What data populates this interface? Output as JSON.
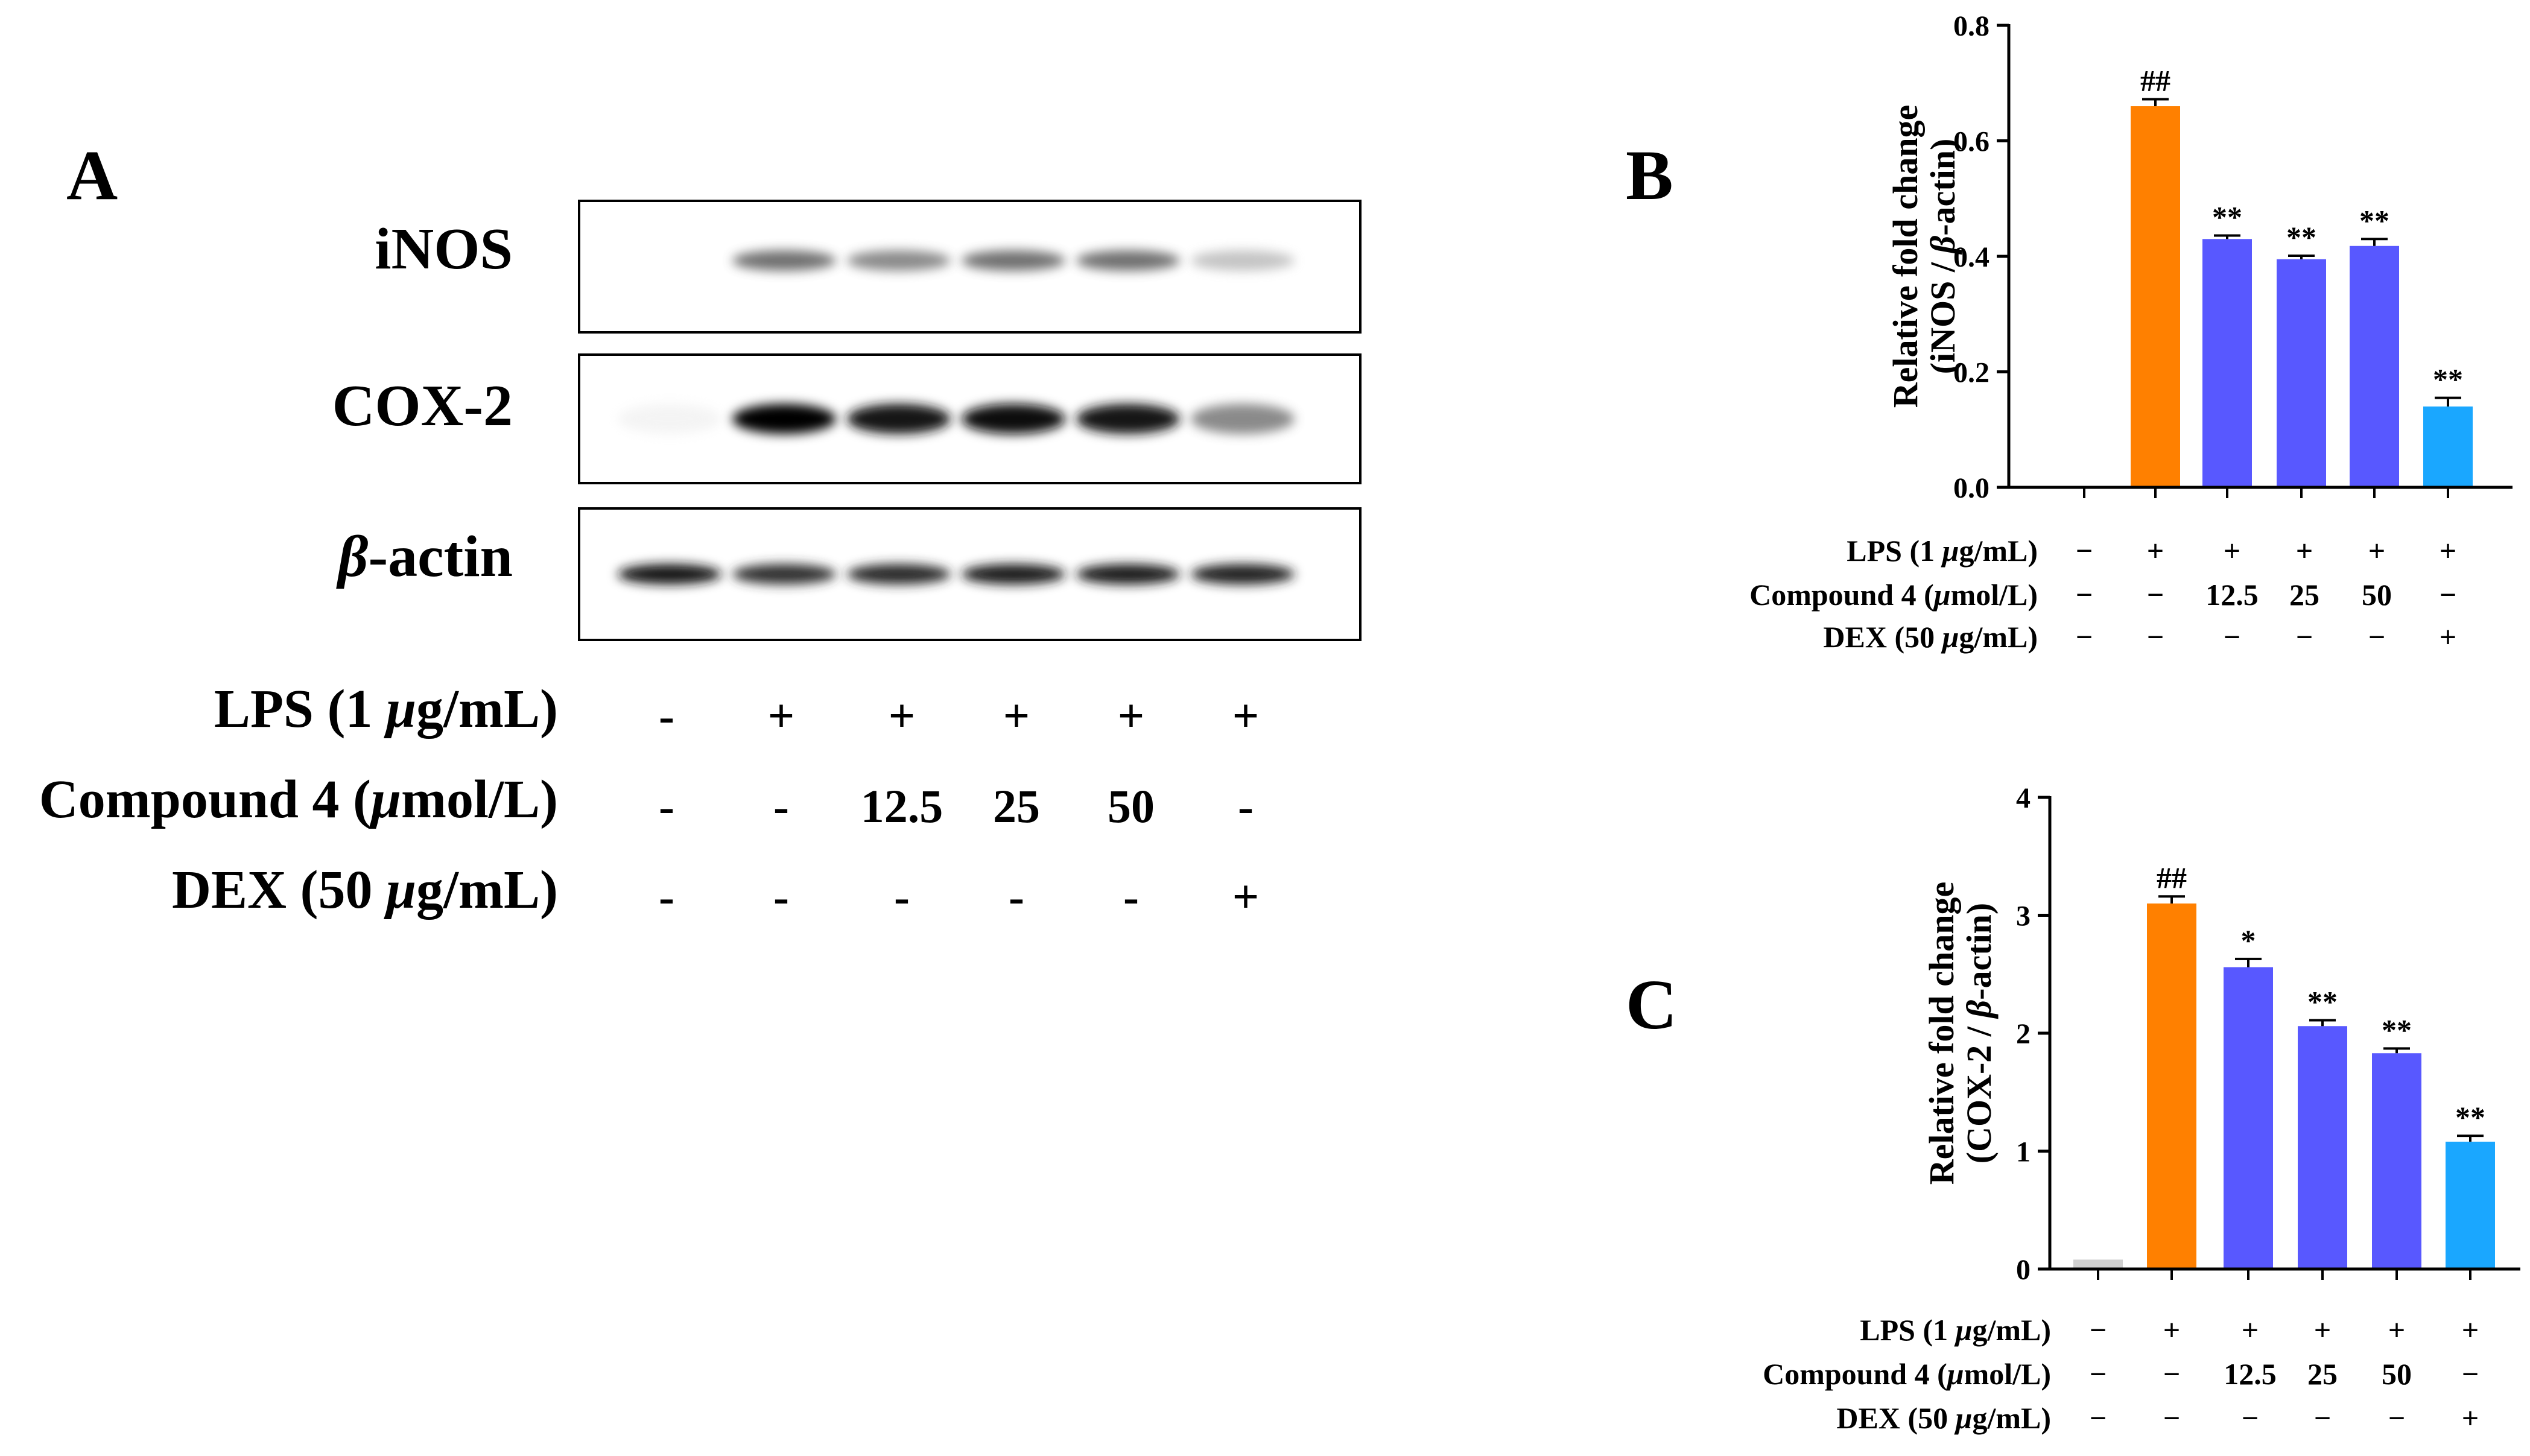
{
  "panels": {
    "a": {
      "letter": "A"
    },
    "b": {
      "letter": "B"
    },
    "c": {
      "letter": "C"
    }
  },
  "blot": {
    "bands": [
      {
        "label": "iNOS",
        "intensity": [
          0.0,
          0.62,
          0.55,
          0.62,
          0.62,
          0.35
        ]
      },
      {
        "label": "COX-2",
        "intensity": [
          0.08,
          1.0,
          0.92,
          0.95,
          0.9,
          0.55
        ]
      },
      {
        "label": "β-actin",
        "intensity": [
          0.92,
          0.8,
          0.82,
          0.88,
          0.88,
          0.85
        ]
      }
    ],
    "treatments": [
      {
        "label_pre": "LPS (1 ",
        "label_unit": "μ",
        "label_post": "g/mL)",
        "values": [
          "-",
          "+",
          "+",
          "+",
          "+",
          "+"
        ]
      },
      {
        "label_pre": "Compound 4 (",
        "label_unit": "μ",
        "label_post": "mol/L)",
        "values": [
          "-",
          "-",
          "12.5",
          "25",
          "50",
          "-"
        ]
      },
      {
        "label_pre": "DEX (50 ",
        "label_unit": "μ",
        "label_post": "g/mL)",
        "values": [
          "-",
          "-",
          "-",
          "-",
          "-",
          "+"
        ]
      }
    ]
  },
  "chart_data": [
    {
      "panel": "B",
      "type": "bar",
      "ylabel_line1": "Relative fold change",
      "ylabel_line2_pre": "(iNOS / ",
      "ylabel_line2_beta": "β",
      "ylabel_line2_post": "-actin)",
      "ylim": [
        0,
        0.8
      ],
      "yticks": [
        "0.0",
        "0.2",
        "0.4",
        "0.6",
        "0.8"
      ],
      "ytick_values": [
        0,
        0.2,
        0.4,
        0.6,
        0.8
      ],
      "values": [
        0.0,
        0.66,
        0.43,
        0.395,
        0.418,
        0.14
      ],
      "errors": [
        0.0,
        0.012,
        0.006,
        0.006,
        0.012,
        0.015
      ],
      "colors": [
        "#d0d0d0",
        "#ff8000",
        "#5858ff",
        "#5858ff",
        "#5858ff",
        "#1aa7ff"
      ],
      "significance": [
        "",
        "##",
        "**",
        "**",
        "**",
        "**"
      ],
      "treatments": [
        {
          "label_pre": "LPS (1 ",
          "label_unit": "μ",
          "label_post": "g/mL)",
          "values": [
            "−",
            "+",
            "+",
            "+",
            "+",
            "+"
          ]
        },
        {
          "label_pre": "Compound 4 (",
          "label_unit": "μ",
          "label_post": "mol/L)",
          "values": [
            "−",
            "−",
            "12.5",
            "25",
            "50",
            "−"
          ]
        },
        {
          "label_pre": "DEX (50 ",
          "label_unit": "μ",
          "label_post": "g/mL)",
          "values": [
            "−",
            "−",
            "−",
            "−",
            "−",
            "+"
          ]
        }
      ]
    },
    {
      "panel": "C",
      "type": "bar",
      "ylabel_line1": "Relative fold change",
      "ylabel_line2_pre": "(COX-2 / ",
      "ylabel_line2_beta": "β",
      "ylabel_line2_post": "-actin)",
      "ylim": [
        0,
        4
      ],
      "yticks": [
        "0",
        "1",
        "2",
        "3",
        "4"
      ],
      "ytick_values": [
        0,
        1,
        2,
        3,
        4
      ],
      "values": [
        0.08,
        3.1,
        2.56,
        2.06,
        1.83,
        1.08
      ],
      "errors": [
        0.0,
        0.06,
        0.07,
        0.05,
        0.04,
        0.05
      ],
      "colors": [
        "#d0d0d0",
        "#ff8000",
        "#5858ff",
        "#5858ff",
        "#5858ff",
        "#1aa7ff"
      ],
      "significance": [
        "",
        "##",
        "*",
        "**",
        "**",
        "**"
      ],
      "treatments": [
        {
          "label_pre": "LPS (1 ",
          "label_unit": "μ",
          "label_post": "g/mL)",
          "values": [
            "−",
            "+",
            "+",
            "+",
            "+",
            "+"
          ]
        },
        {
          "label_pre": "Compound 4 (",
          "label_unit": "μ",
          "label_post": "mol/L)",
          "values": [
            "−",
            "−",
            "12.5",
            "25",
            "50",
            "−"
          ]
        },
        {
          "label_pre": "DEX (50 ",
          "label_unit": "μ",
          "label_post": "g/mL)",
          "values": [
            "−",
            "−",
            "−",
            "−",
            "−",
            "+"
          ]
        }
      ]
    }
  ]
}
